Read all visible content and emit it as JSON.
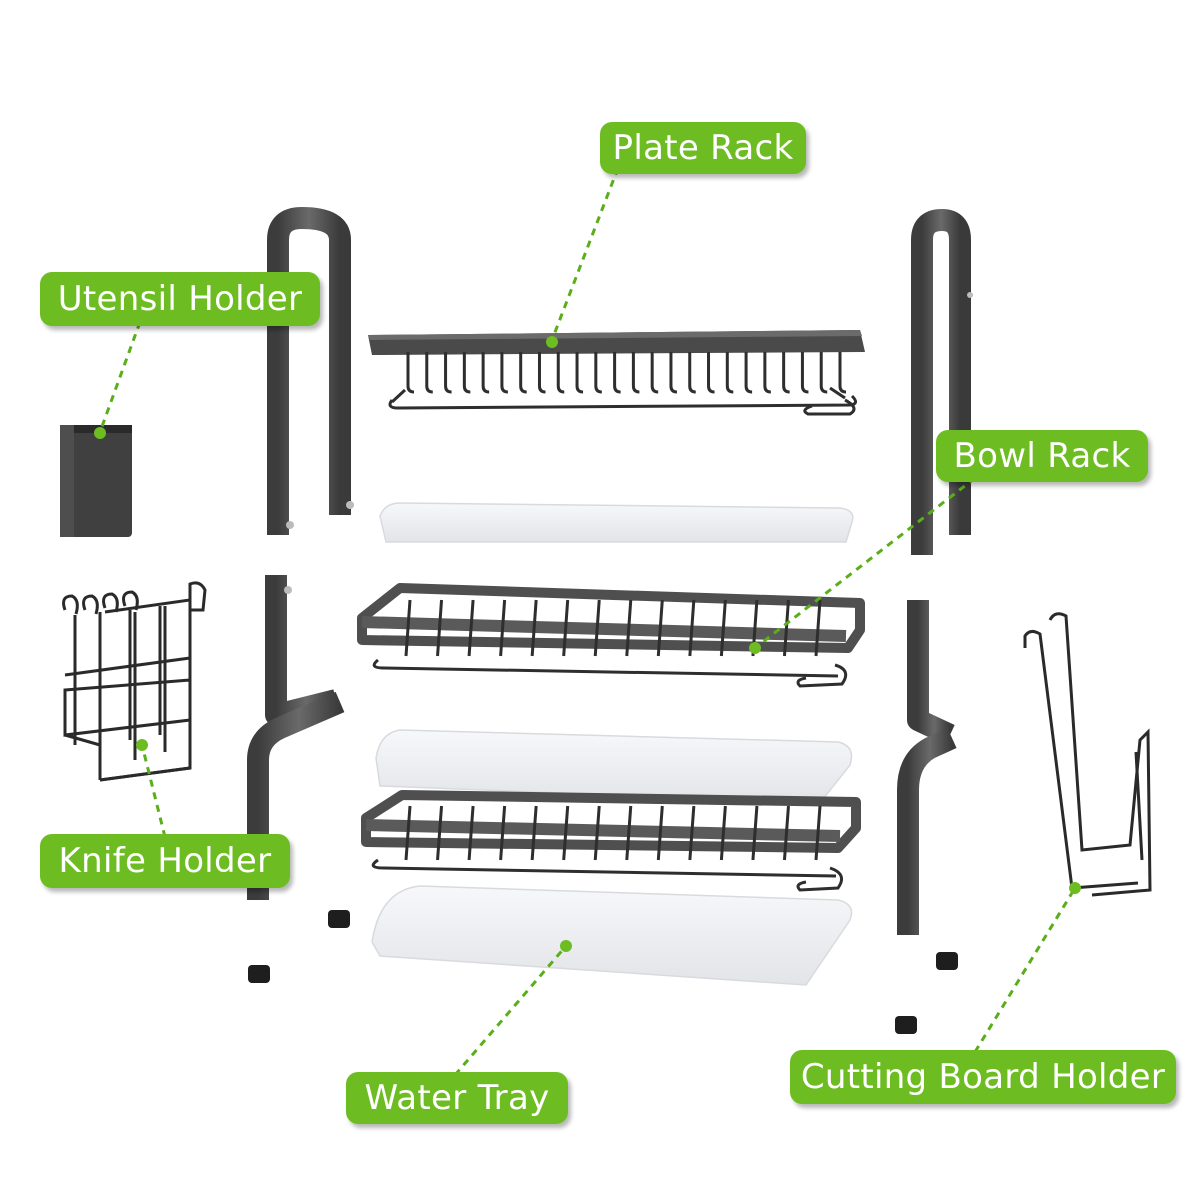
{
  "colors": {
    "label_bg": "#6dbd22",
    "label_text": "#ffffff",
    "metal": "#555555",
    "tray": "#f1f2f4"
  },
  "labels": {
    "plate_rack": "Plate Rack",
    "utensil_holder": "Utensil Holder",
    "bowl_rack": "Bowl Rack",
    "knife_holder": "Knife Holder",
    "water_tray": "Water Tray",
    "cutting_board_holder": "Cutting Board Holder"
  }
}
